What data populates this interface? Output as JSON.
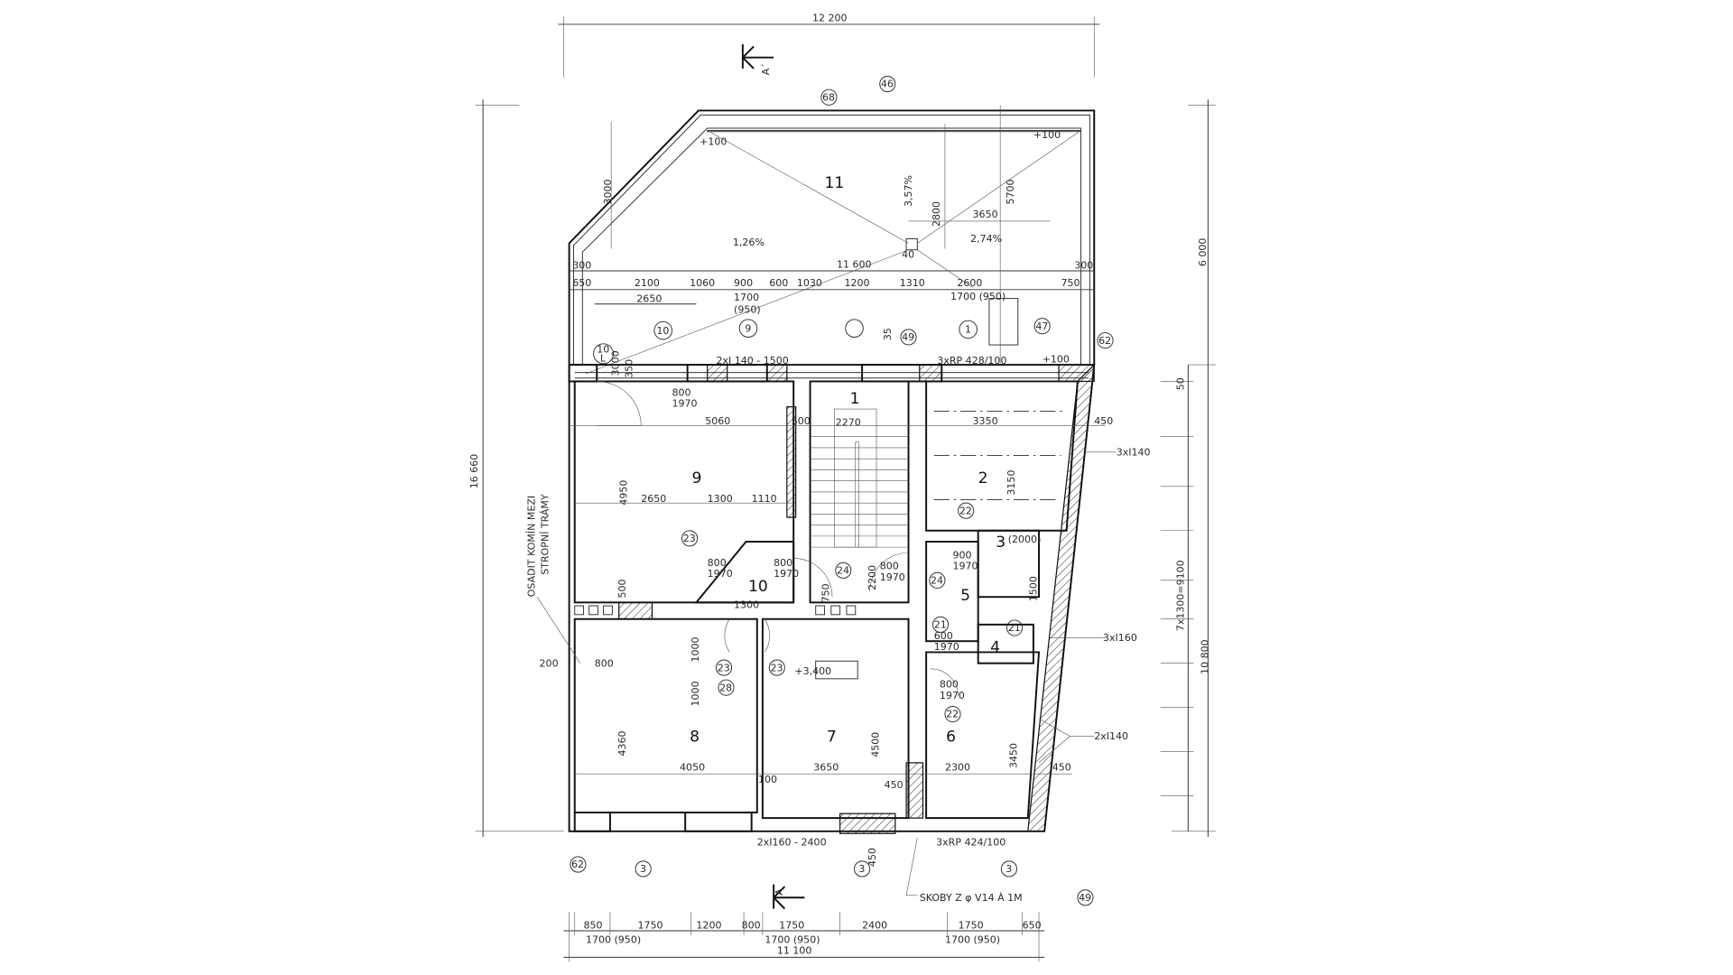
{
  "overall": {
    "top_width": "12 200",
    "left_height": "16 660",
    "right_upper": "6 000",
    "right_lower": "10 800",
    "right_small": "50",
    "right_span": "7x1300=9100",
    "bottom_total": "11 100"
  },
  "section_marks": {
    "top": "A´",
    "bottom": "A"
  },
  "roof": {
    "room_no": "11",
    "level_left": "+100",
    "level_right": "+100",
    "slope_down": "3,57%",
    "slope_left": "1,26%",
    "slope_right": "2,74%",
    "drain_level": "40",
    "diag_length": "11 600",
    "d2800": "2800",
    "d5700": "5700",
    "d3650": "3650",
    "d3000": "3000",
    "edge_left": "300",
    "edge_right": "300"
  },
  "top_dims_row1": [
    "650",
    "2100",
    "1060",
    "900",
    "600",
    "1030",
    "1200",
    "1310",
    "2600",
    "750"
  ],
  "top_dims_row2": [
    "2650",
    "1700",
    "(950)",
    "1700 (950)"
  ],
  "tags": {
    "t68": "68",
    "t46": "46",
    "t10": "10",
    "t9": "9",
    "t49": "49",
    "t1": "1",
    "t47": "47",
    "t62a": "62",
    "t10l": "10",
    "t10l_sub": "L",
    "t62b": "62",
    "t3a": "3",
    "t3b": "3",
    "t3c": "3",
    "t49b": "49",
    "t23": "23",
    "t24": "24",
    "t24b": "24",
    "t22": "22",
    "t21": "21",
    "t21b": "21",
    "t23b": "23",
    "t23c": "23",
    "t28": "28",
    "t22b": "22"
  },
  "beams": {
    "top_left": "2xI 140 - 1500",
    "top_right": "3xRP 428/100",
    "top_level": "+100",
    "right1": "3xI140",
    "right2": "3xI160",
    "right3": "2xI140",
    "bottom_mid": "2xI160 - 2400",
    "bottom_right": "3xRP 424/100",
    "v3000": "3000",
    "v350": "350",
    "v35": "35"
  },
  "rooms": {
    "r1": "1",
    "r2": "2",
    "r3": "3",
    "r4": "4",
    "r5": "5",
    "r6": "6",
    "r7": "7",
    "r8": "8",
    "r9": "9",
    "r10": "10"
  },
  "room_dims": {
    "d2270": "2270",
    "d5060": "5060",
    "d500": "500",
    "d3350": "3350",
    "d450a": "450",
    "d4950": "4950",
    "d3150": "3150",
    "d2650": "2650",
    "d1300": "1300",
    "d1110": "1110",
    "d2000": "(2000)",
    "d1300b": "1300",
    "d4360": "4360",
    "d4500": "4500",
    "d4050": "4050",
    "d3650": "3650",
    "d2300": "2300",
    "d450b": "450",
    "d450c": "450",
    "d100": "100",
    "d200": "200",
    "d800": "800",
    "d500b": "500",
    "d1000": "1000",
    "d1000b": "1000",
    "d450d": "450",
    "d3450": "3450",
    "d750": "750",
    "d2200": "2200",
    "d1500": "1500"
  },
  "doors": [
    "800",
    "1970",
    "800",
    "1970",
    "800",
    "1970",
    "800",
    "1970",
    "900",
    "1970",
    "600",
    "1970",
    "800",
    "1970"
  ],
  "level_mark": "+3,400",
  "notes": {
    "chimney_1": "OSADIT KOMÍN MEZI",
    "chimney_2": "STROPNÍ TRÁMY",
    "rungs": "SKOBY Z φ V14 À 1M"
  },
  "bottom_dims_row1": [
    "850",
    "1750",
    "1200",
    "800",
    "1750",
    "2400",
    "1750",
    "650"
  ],
  "bottom_dims_row2": [
    "1700 (950)",
    "1700 (950)",
    "1700 (950)"
  ]
}
